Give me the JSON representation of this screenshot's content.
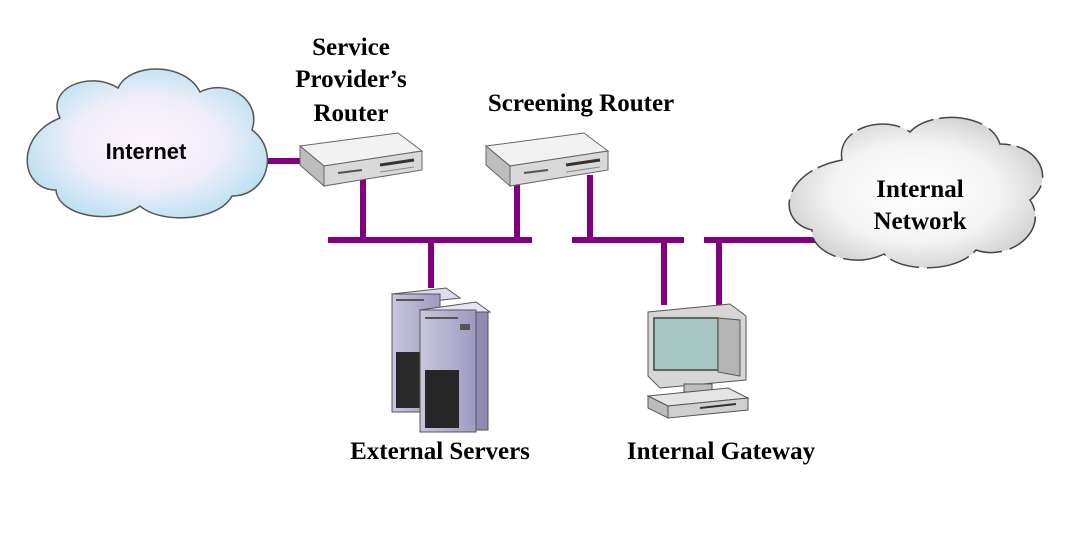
{
  "labels": {
    "internet": "Internet",
    "sp_router_line1": "Service",
    "sp_router_line2": "Provider’s",
    "sp_router_line3": "Router",
    "screening_router": "Screening Router",
    "internal_network_line1": "Internal",
    "internal_network_line2": "Network",
    "external_servers": "External Servers",
    "internal_gateway": "Internal Gateway"
  },
  "colors": {
    "network_line": "#800080",
    "cloud_internet": "#c8e6f5",
    "cloud_internal": "#e8e8e8"
  },
  "icons": {
    "internet": "cloud-icon",
    "internal_network": "cloud-icon",
    "service_provider_router": "router-icon",
    "screening_router": "router-icon",
    "external_servers": "server-tower-icon",
    "internal_gateway": "desktop-computer-icon"
  }
}
